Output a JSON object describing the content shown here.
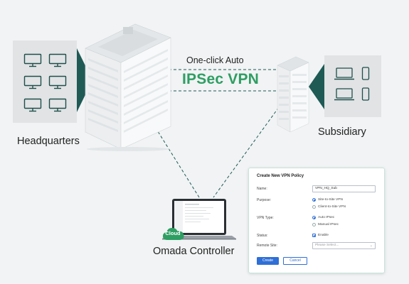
{
  "diagram": {
    "headquarters_label": "Headquarters",
    "subsidiary_label": "Subsidiary",
    "link_label_top": "One-click Auto",
    "link_label_main": "IPSec VPN",
    "controller_label": "Omada Controller",
    "cloud_badge": "Cloud"
  },
  "form": {
    "title": "Create New VPN Policy",
    "name_label": "Name:",
    "name_value": "VPN_HQ_Sub",
    "purpose_label": "Purpose:",
    "purpose_options": [
      "Site-to-Site VPN",
      "Client-to-Site VPN"
    ],
    "purpose_selected": "Site-to-Site VPN",
    "vpn_type_label": "VPN Type:",
    "vpn_type_options": [
      "Auto IPsec",
      "Manual IPsec"
    ],
    "vpn_type_selected": "Auto IPsec",
    "status_label": "Status:",
    "status_value": "Enable",
    "status_checked": true,
    "remote_site_label": "Remote Site:",
    "remote_site_placeholder": "Please Select...",
    "create_button": "Create",
    "cancel_button": "Cancel"
  },
  "colors": {
    "background": "#f1f3f4",
    "accent_green": "#2e9e63",
    "dark_teal": "#1f5a55",
    "primary_blue": "#2f6fd6"
  },
  "icons": [
    "desktop-monitor-icon",
    "laptop-icon",
    "smartphone-icon",
    "office-building-icon",
    "cloud-icon",
    "chevron-down-icon"
  ]
}
